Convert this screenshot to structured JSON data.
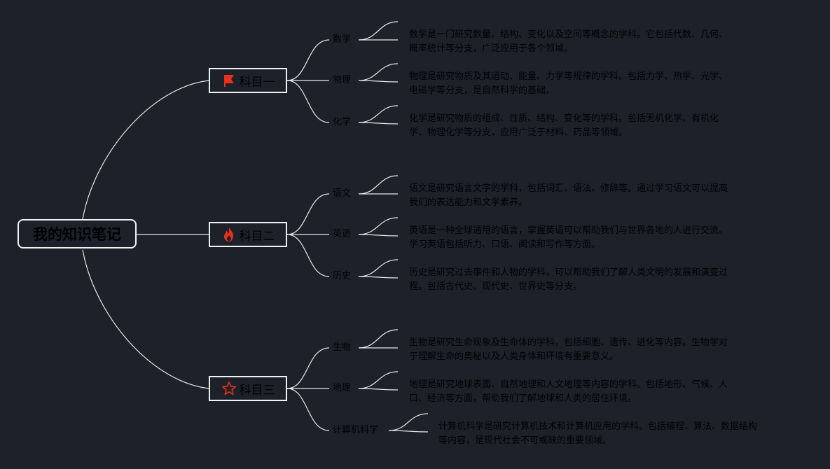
{
  "root": {
    "title": "我的知识笔记"
  },
  "colors": {
    "background": "#1d222a",
    "line": "#e8e8e8",
    "node_border": "#f2f2f2",
    "icon_red": "#e8301c",
    "text": "#000000"
  },
  "subjects": [
    {
      "label": "科目一",
      "icon": "flag-icon",
      "topics": [
        {
          "name": "数学",
          "desc_line1": "数学是一门研究数量、结构、变化以及空间等概念的学科。它包括代数、几何、",
          "desc_line2": "概率统计等分支，广泛应用于各个领域。"
        },
        {
          "name": "物理",
          "desc_line1": "物理是研究物质及其运动、能量、力学等规律的学科。包括力学、热学、光学、",
          "desc_line2": "电磁学等分支，是自然科学的基础。"
        },
        {
          "name": "化学",
          "desc_line1": "化学是研究物质的组成、性质、结构、变化等的学科。包括无机化学、有机化",
          "desc_line2": "学、物理化学等分支，应用广泛于材料、药品等领域。"
        }
      ]
    },
    {
      "label": "科目二",
      "icon": "fire-icon",
      "topics": [
        {
          "name": "语文",
          "desc_line1": "语文是研究语言文字的学科，包括词汇、语法、修辞等。通过学习语文可以提高",
          "desc_line2": "我们的表达能力和文学素养。"
        },
        {
          "name": "英语",
          "desc_line1": "英语是一种全球通用的语言，掌握英语可以帮助我们与世界各地的人进行交流。",
          "desc_line2": "学习英语包括听力、口语、阅读和写作等方面。"
        },
        {
          "name": "历史",
          "desc_line1": "历史是研究过去事件和人物的学科，可以帮助我们了解人类文明的发展和演变过",
          "desc_line2": "程。包括古代史、现代史、世界史等分支。"
        }
      ]
    },
    {
      "label": "科目三",
      "icon": "star-icon",
      "topics": [
        {
          "name": "生物",
          "desc_line1": "生物是研究生命现象及生命体的学科，包括细胞、遗传、进化等内容。生物学对",
          "desc_line2": "于理解生命的奥秘以及人类身体和环境有重要意义。"
        },
        {
          "name": "地理",
          "desc_line1": "地理是研究地球表面、自然地理和人文地理等内容的学科。包括地形、气候、人",
          "desc_line2": "口、经济等方面，帮助我们了解地球和人类的居住环境。"
        },
        {
          "name": "计算机科学",
          "desc_line1": "计算机科学是研究计算机技术和计算机应用的学科。包括编程、算法、数据结构",
          "desc_line2": "等内容，是现代社会不可或缺的重要领域。"
        }
      ]
    }
  ]
}
